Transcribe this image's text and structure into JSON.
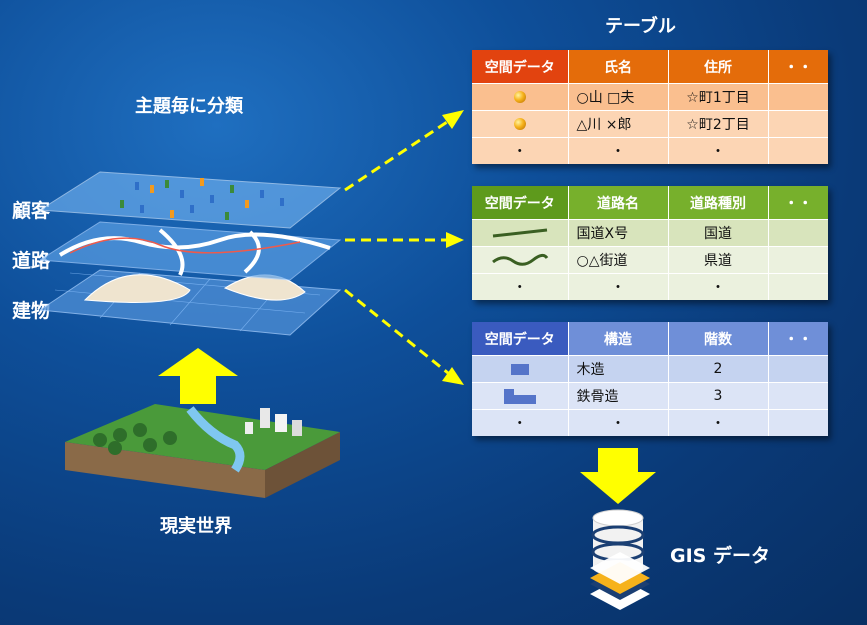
{
  "left": {
    "category_title": "主題毎に分類",
    "layers": [
      "顧客",
      "道路",
      "建物"
    ],
    "world_label": "現実世界"
  },
  "table_title": "テーブル",
  "customers_table": {
    "headers": [
      "空間データ",
      "氏名",
      "住所",
      "・・"
    ],
    "rows": [
      {
        "name": "○山 □夫",
        "address": "☆町1丁目"
      },
      {
        "name": "△川 ×郎",
        "address": "☆町2丁目"
      },
      {
        "symbol": "・",
        "name": "・",
        "address": "・"
      }
    ]
  },
  "roads_table": {
    "headers": [
      "空間データ",
      "道路名",
      "道路種別",
      "・・"
    ],
    "rows": [
      {
        "name": "国道X号",
        "type": "国道"
      },
      {
        "name": "○△街道",
        "type": "県道"
      },
      {
        "symbol": "・",
        "name": "・",
        "type": "・"
      }
    ]
  },
  "buildings_table": {
    "headers": [
      "空間データ",
      "構造",
      "階数",
      "・・"
    ],
    "rows": [
      {
        "structure": "木造",
        "floors": "2"
      },
      {
        "structure": "鉄骨造",
        "floors": "3"
      },
      {
        "symbol": "・",
        "structure": "・",
        "floors": "・"
      }
    ]
  },
  "gis_label": "GIS データ",
  "colors": {
    "arrow_yellow": "#ffff00",
    "customers_header": "#e46c0a",
    "roads_header": "#77b02c",
    "buildings_header": "#6f8fd8"
  }
}
